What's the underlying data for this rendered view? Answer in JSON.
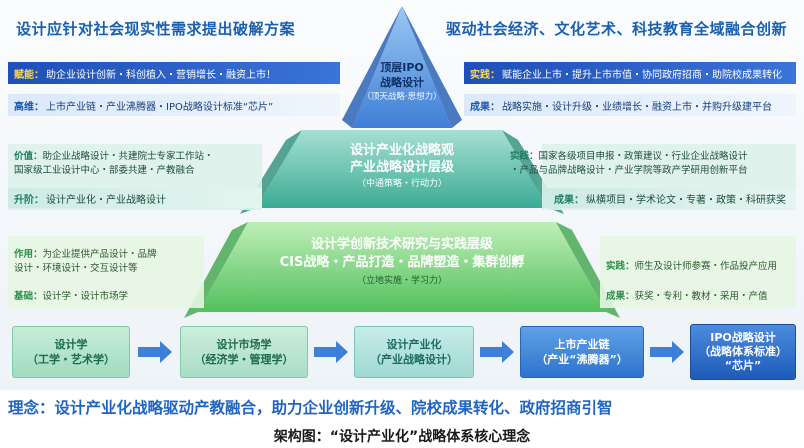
{
  "header": {
    "left": "设计应针对社会现实性需求提出破解方案",
    "right": "驱动社会经济、文化艺术、科技教育全域融合创新"
  },
  "tier1": {
    "title1": "顶层IPO",
    "title2": "战略设计",
    "sub": "（顶天战略·思想力）",
    "left_top": {
      "key": "赋能：",
      "text": "助企业设计创新・科创植入・营销增长・融资上市！"
    },
    "left_bottom": {
      "key": "高维：",
      "text": "上市产业链・产业沸腾器・IPO战略设计标准“芯片”"
    },
    "right_top": {
      "key": "实践：",
      "text": "赋能企业上市・提升上市市值・协同政府招商・助院校成果转化"
    },
    "right_bottom": {
      "key": "成果：",
      "text": "战略实施・设计升级・业绩增长・融资上市・并购升级建平台"
    }
  },
  "tier2": {
    "title1": "设计产业化战略观",
    "title2": "产业战略设计层级",
    "sub": "（中通策略・行动力）",
    "left_top": {
      "key": "价值：",
      "text": "助企业战略设计・共建院士专家工作站・"
    },
    "left_top2": "国家级工业设计中心・部委共建・产教融合",
    "left_bottom": {
      "key": "升阶：",
      "text": "设计产业化・产业战略设计"
    },
    "right_top": {
      "key": "实践：",
      "text": "国家各级项目申报・政策建议・行业企业战略设计"
    },
    "right_top2": "・产品与品牌战略设计・产业学院等政产学研用创新平台",
    "right_bottom": {
      "key": "成果：",
      "text": "纵横项目・学术论文・专著・政策・科研获奖"
    }
  },
  "tier3": {
    "title1": "设计学创新技术研究与实践层级",
    "title2": "CIS战略・产品打造・品牌塑造・集群创孵",
    "sub": "（立地实施・学习力）",
    "left_top": {
      "key": "作用：",
      "text": "为企业提供产品设计・品牌"
    },
    "left_top2": "设计・环境设计・交互设计等",
    "left_bottom": {
      "key": "基础：",
      "text": "设计学・设计市场学"
    },
    "right_top": {
      "key": "实践：",
      "text": "师生及设计师参赛・作品投产应用"
    },
    "right_bottom": {
      "key": "成果：",
      "text": "获奖・专利・教材・采用・产值"
    }
  },
  "flow": [
    {
      "line1": "设计学",
      "line2": "（工学・艺术学）"
    },
    {
      "line1": "设计市场学",
      "line2": "（经济学・管理学）"
    },
    {
      "line1": "设计产业化",
      "line2": "（产业战略设计）"
    },
    {
      "line1": "上市产业链",
      "line2": "（产业“沸腾器”）"
    },
    {
      "line1": "IPO战略设计",
      "line2": "（战略体系标准）",
      "line3": "“芯片”"
    }
  ],
  "footer": {
    "concept": "理念：设计产业化战略驱动产教融合，助力企业创新升级、院校成果转化、政府招商引智",
    "caption": "架构图：“设计产业化”战略体系核心理念"
  },
  "colors": {
    "primary_blue": "#1f64c2",
    "teal": "#2aa58f",
    "green": "#4fc36e",
    "gold_key": "#ffd84a"
  }
}
